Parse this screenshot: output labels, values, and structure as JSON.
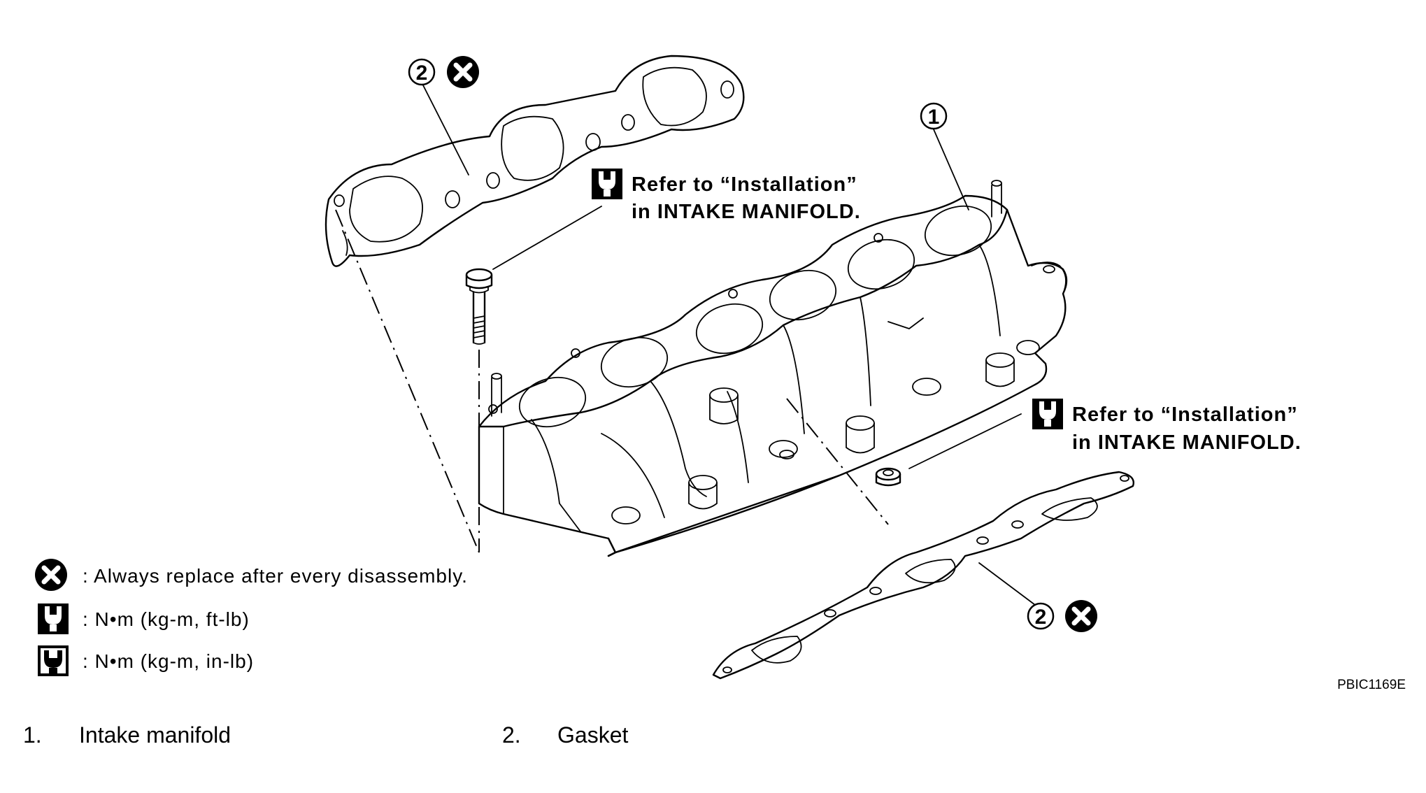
{
  "callouts": {
    "refer_line1": "Refer to “Installation”",
    "refer_line2": "in INTAKE MANIFOLD."
  },
  "markers": {
    "intake_manifold": "1",
    "gasket": "2"
  },
  "legend": [
    {
      "symbol": "replace-icon",
      "text": ": Always replace after every disassembly."
    },
    {
      "symbol": "torque-wrench-icon",
      "text": ":  N•m  (kg-m,  ft-lb)"
    },
    {
      "symbol": "torque-wrench-filled-icon",
      "text": ":  N•m  (kg-m,  in-lb)"
    }
  ],
  "figure_code": "PBIC1169E",
  "parts": [
    {
      "number": "1.",
      "name": "Intake manifold"
    },
    {
      "number": "2.",
      "name": "Gasket"
    }
  ]
}
